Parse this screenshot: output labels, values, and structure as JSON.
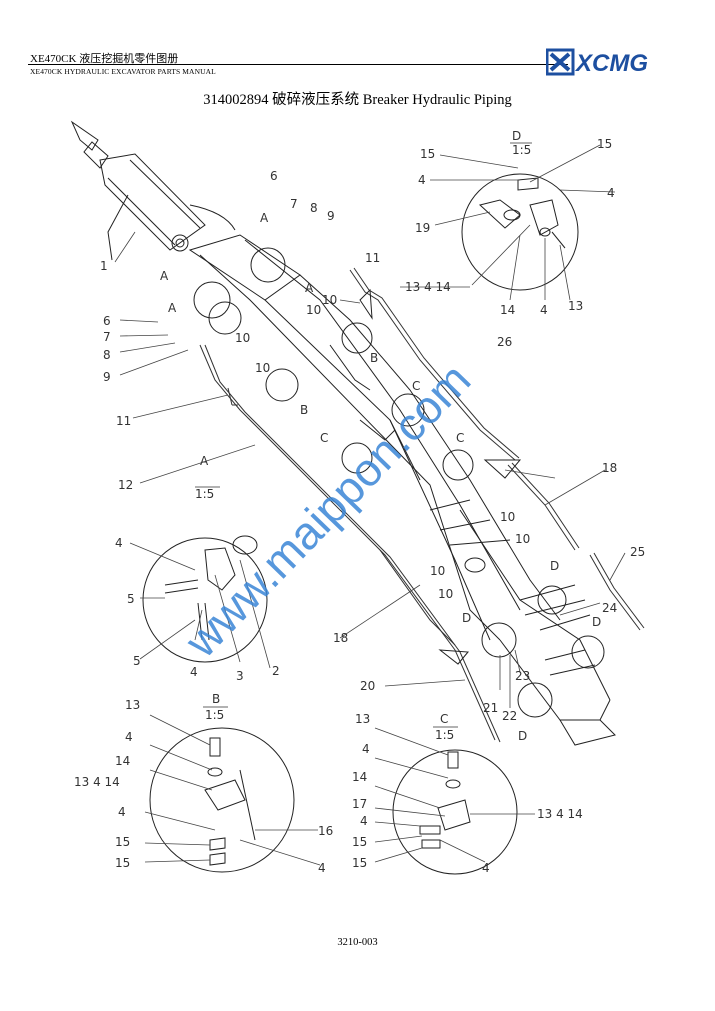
{
  "header": {
    "model_cn": "XE470CK  液压挖掘机零件图册",
    "model_en": "XE470CK HYDRAULIC EXCAVATOR PARTS MANUAL",
    "brand": "XCMG",
    "brand_color": "#1d4fa0"
  },
  "title": "314002894 破碎液压系统  Breaker Hydraulic Piping",
  "footer": {
    "page_code": "3210-003"
  },
  "watermark": "www.maippon.com",
  "detail_views": {
    "D": {
      "name": "D",
      "scale": "1:5"
    },
    "A": {
      "name": "A",
      "scale": "1:5"
    },
    "B": {
      "name": "B",
      "scale": "1:5"
    },
    "C": {
      "name": "C",
      "scale": "1:5"
    }
  },
  "callouts": {
    "c1": "1",
    "c2": "2",
    "c3": "3",
    "c4": "4",
    "c5": "5",
    "c6": "6",
    "c7": "7",
    "c8": "8",
    "c9": "9",
    "c10": "10",
    "c11": "11",
    "c12": "12",
    "c13": "13",
    "c14": "14",
    "c15": "15",
    "c16": "16",
    "c17": "17",
    "c18": "18",
    "c19": "19",
    "c20": "20",
    "c21": "21",
    "c22": "22",
    "c23": "23",
    "c24": "24",
    "c25": "25",
    "c26": "26",
    "group_13_4_14": "13  4  14",
    "viewA": "A",
    "viewB": "B",
    "viewC": "C",
    "viewD": "D"
  }
}
